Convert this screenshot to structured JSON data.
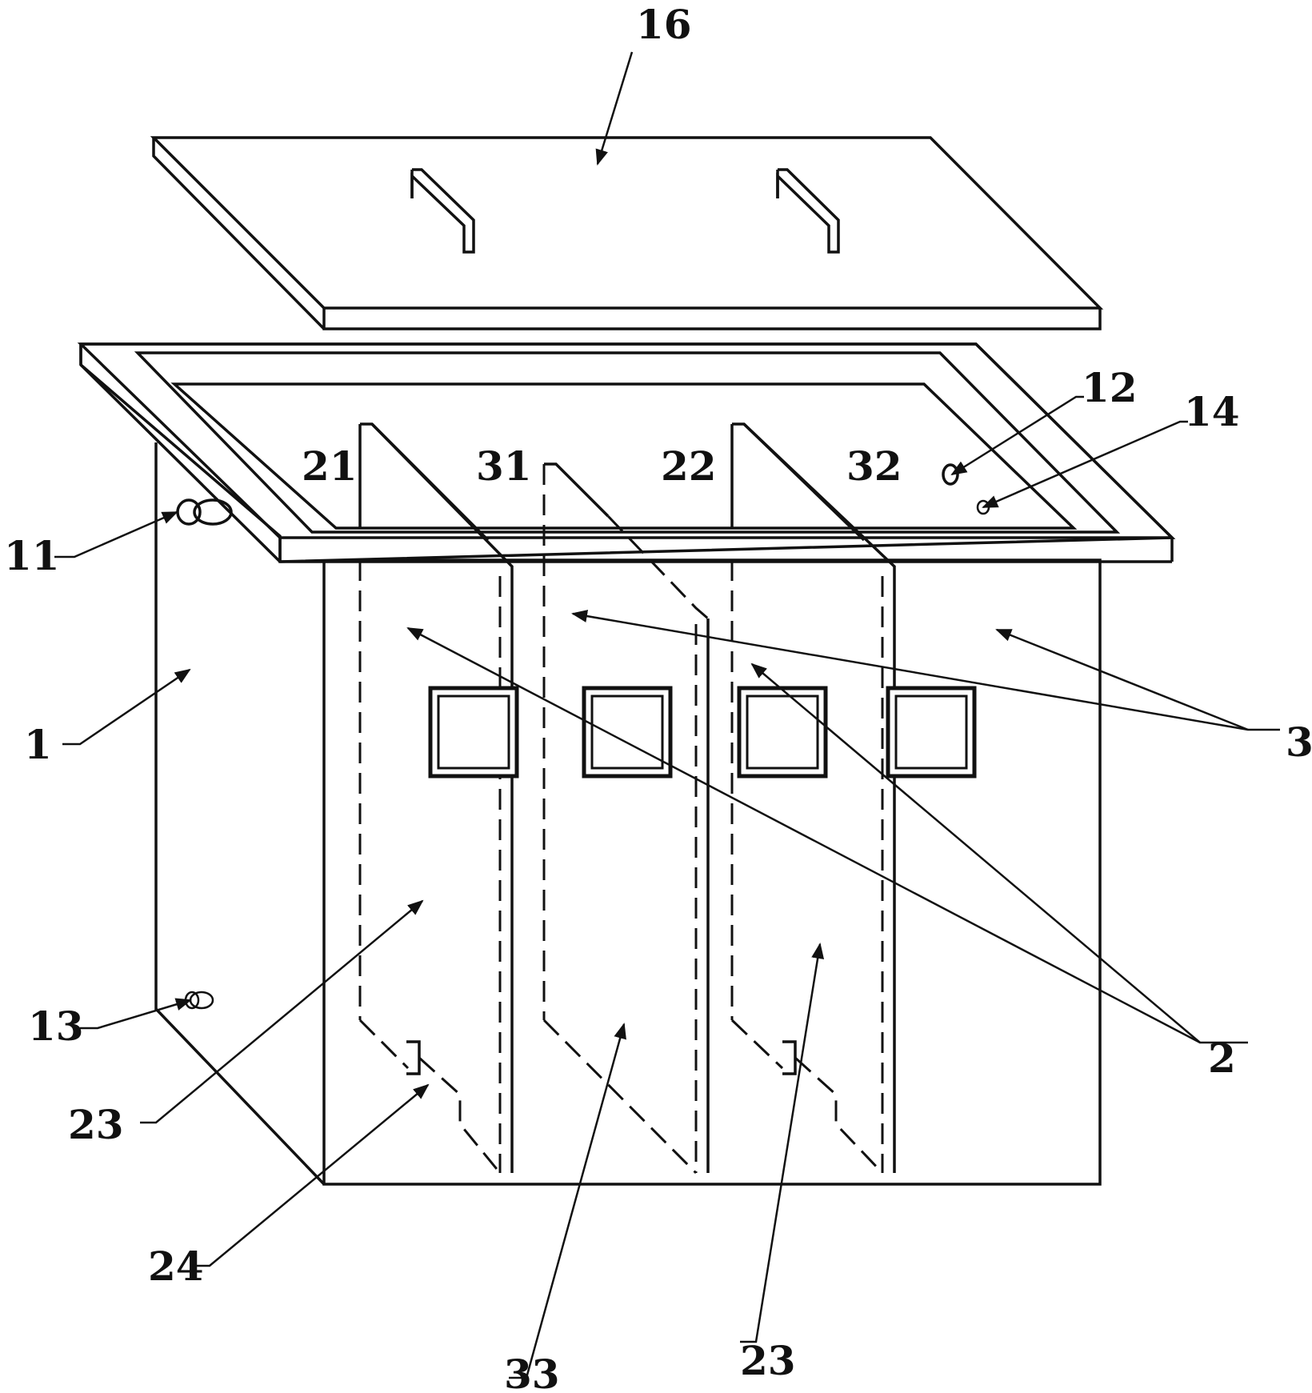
{
  "labels": {
    "lid": "16",
    "tank": "1",
    "inlet": "11",
    "port_12": "12",
    "port_13": "13",
    "port_14": "14",
    "baffle_21": "21",
    "baffle_22": "22",
    "baffle_31": "31",
    "baffle_32": "32",
    "group_2": "2",
    "group_3": "3",
    "window_23_left": "23",
    "window_23_right": "23",
    "notch_24": "24",
    "gap_33": "33"
  },
  "colors": {
    "line": "#111111",
    "background": "#ffffff"
  }
}
